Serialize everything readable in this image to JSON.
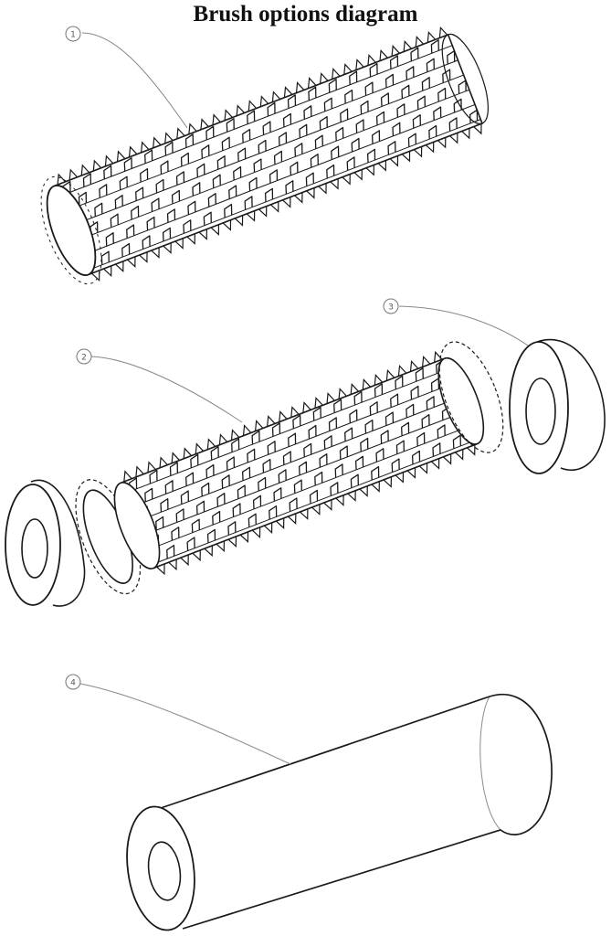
{
  "title": "Brush options diagram",
  "callouts": [
    {
      "id": "1",
      "label": "1"
    },
    {
      "id": "2",
      "label": "2"
    },
    {
      "id": "3",
      "label": "3"
    },
    {
      "id": "4",
      "label": "4"
    }
  ],
  "colors": {
    "ink": "#1a1a1a",
    "leader": "#888888",
    "background": "#ffffff"
  }
}
